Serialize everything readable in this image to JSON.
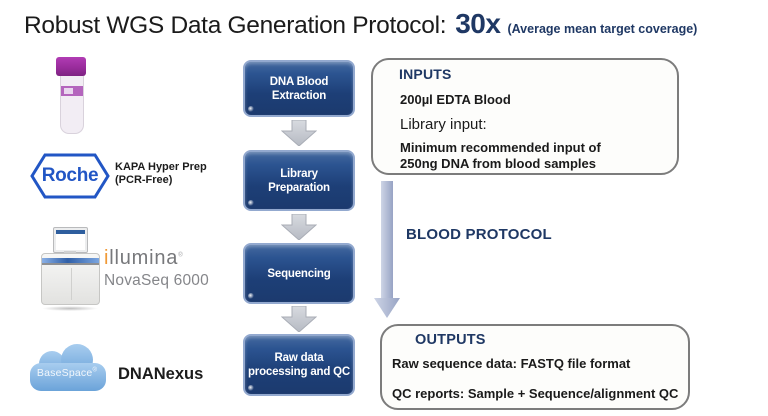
{
  "title": {
    "main": "Robust WGS Data Generation Protocol:",
    "highlight": "30x",
    "subtitle": "(Average mean target coverage)"
  },
  "reagents": {
    "tube": {
      "icon": "edta-blood-tube-icon"
    },
    "roche": {
      "logo_text": "Roche",
      "icon": "roche-hexagon-logo",
      "product_line1": "KAPA Hyper Prep",
      "product_line2": "(PCR-Free)"
    },
    "illumina": {
      "brand_first": "i",
      "brand_rest": "llumina",
      "mark": "®",
      "model": "NovaSeq 6000",
      "icon": "novaseq-sequencer-icon"
    },
    "basespace": {
      "cloud_label": "BaseSpace",
      "mark": "®",
      "partner": "DNANexus",
      "icon": "basespace-cloud-icon"
    }
  },
  "flow": {
    "steps": [
      {
        "label": "DNA Blood\nExtraction"
      },
      {
        "label": "Library\nPreparation"
      },
      {
        "label": "Sequencing"
      },
      {
        "label": "Raw data\nprocessing and QC"
      }
    ]
  },
  "inputs_panel": {
    "heading": "INPUTS",
    "sample": "200µl EDTA Blood",
    "library_label": "Library input:",
    "library_line1": "Minimum recommended input of",
    "library_line2": "250ng DNA from blood samples"
  },
  "protocol_arrow_label": "BLOOD PROTOCOL",
  "outputs_panel": {
    "heading": "OUTPUTS",
    "line1": "Raw sequence data: FASTQ file format",
    "line2": "QC reports: Sample + Sequence/alignment QC"
  },
  "colors": {
    "navy_text": "#1f3864",
    "flow_box_top": "#44699f",
    "flow_box_bottom": "#1c3a6e",
    "flow_box_border": "#93a9cf",
    "roche_blue": "#2256c5",
    "illumina_orange": "#f09a37",
    "illumina_gray": "#77787b",
    "cloud_blue_top": "#a8cdef",
    "cloud_blue_bottom": "#6ba3d9",
    "tube_cap_purple": "#992c9c",
    "panel_border": "#7c7c7c",
    "step_arrow_gray": "#c6cad3"
  }
}
